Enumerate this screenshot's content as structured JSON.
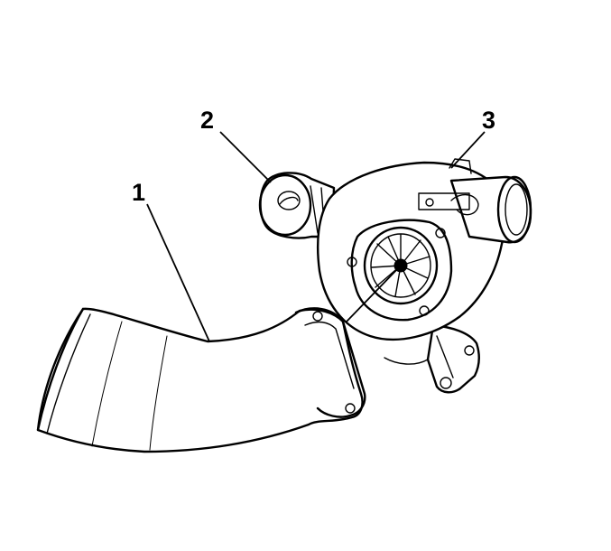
{
  "callouts": {
    "hose": "1",
    "actuator": "2",
    "turbocharger": "3"
  },
  "colors": {
    "line": "#000000",
    "background": "#ffffff"
  }
}
